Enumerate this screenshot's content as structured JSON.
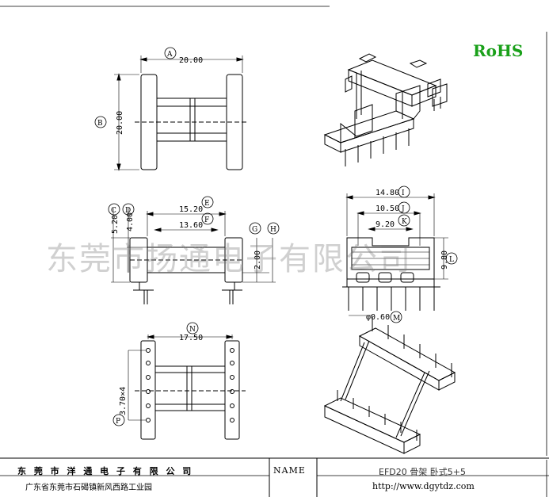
{
  "brand": {
    "rohs": "RoHS",
    "rohs_color": "#1aa01a"
  },
  "watermark": "东莞市扬通电子有限公司",
  "top_view": {
    "width_dim": "20.00",
    "width_label": "A",
    "height_dim": "20.00",
    "height_label": "B"
  },
  "side_view": {
    "c_dim": "5.20",
    "c_label": "C",
    "d_dim": "4.00",
    "d_label": "D",
    "e_dim": "15.20",
    "e_label": "E",
    "f_dim": "13.60",
    "f_label": "F",
    "g_dim": "2.00",
    "g_label": "G",
    "h_label": "H"
  },
  "bottom_view": {
    "n_dim": "17.50",
    "n_label": "N",
    "p_dim": "3.70×4",
    "p_label": "P"
  },
  "end_view": {
    "i_dim": "14.80",
    "i_label": "I",
    "j_dim": "10.50",
    "j_label": "J",
    "k_dim": "9.20",
    "k_label": "K",
    "l_dim": "9.80",
    "l_label": "L",
    "m_dim": "φ0.60",
    "m_label": "M"
  },
  "title_block": {
    "company": "东 莞 市 洋 通 电 子 有 限 公 司",
    "address": "广东省东莞市石碣镇新风西路工业园",
    "name_key": "NAME",
    "name_value": "EFD20 骨架 卧式5+5",
    "url": "http://www.dgytdz.com"
  }
}
